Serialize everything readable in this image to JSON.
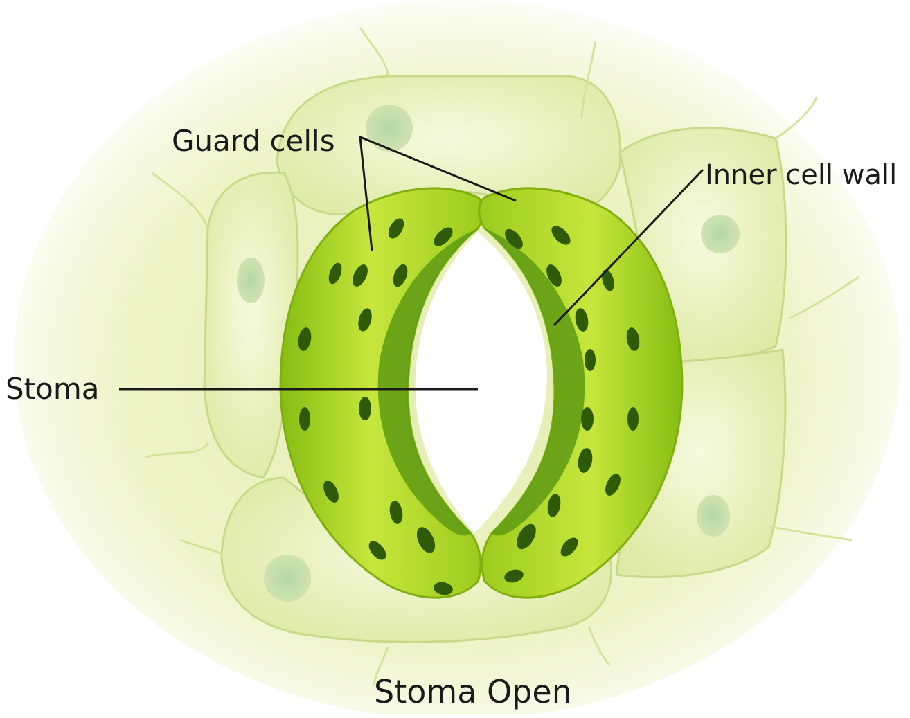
{
  "labels": {
    "guard_cells": "Guard cells",
    "inner_cell_wall": "Inner cell wall",
    "stoma": "Stoma",
    "caption": "Stoma Open"
  },
  "colors": {
    "background": "#ffffff",
    "epidermal_cell": "#e9f2b8",
    "epidermal_cell_edge": "#c9d98a",
    "guard_cell": "#9fd01e",
    "guard_cell_highlight": "#d6ee52",
    "inner_wall": "#5e9a14",
    "chloroplast": "#2f5a0a",
    "pore": "#ffffff",
    "leader_line": "#1a1a1a"
  }
}
